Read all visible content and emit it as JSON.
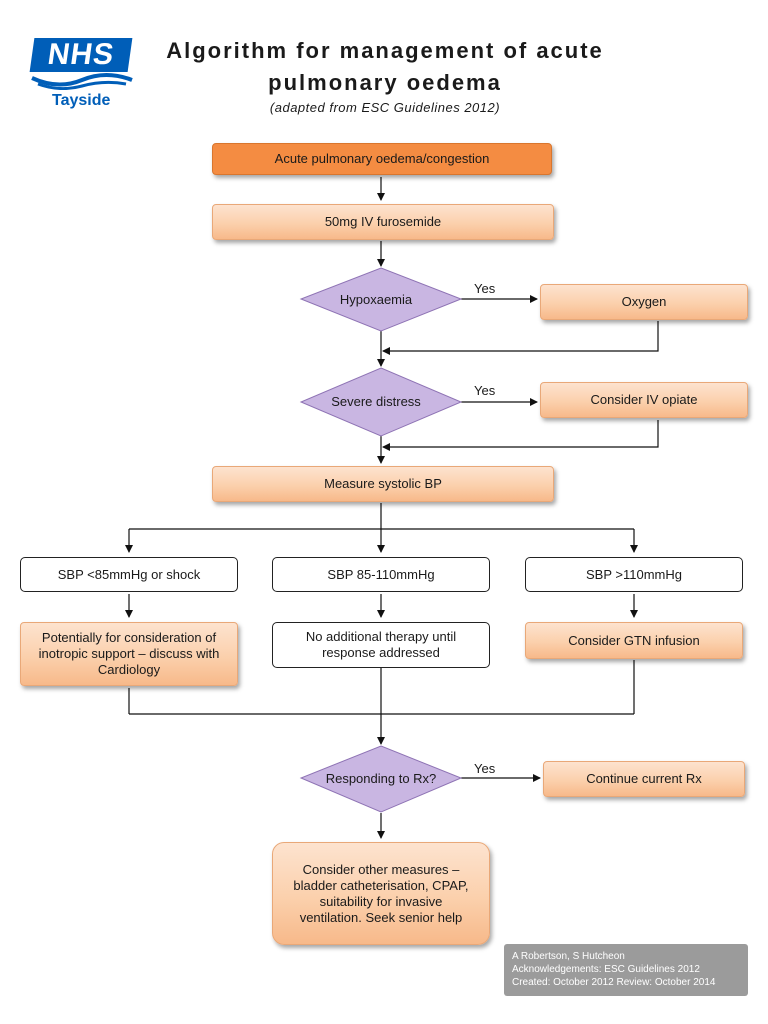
{
  "logo": {
    "brand": "NHS",
    "org": "Tayside"
  },
  "title_line1": "Algorithm for management of acute",
  "title_line2": "pulmonary oedema",
  "subtitle": "(adapted from ESC Guidelines 2012)",
  "steps": {
    "start": "Acute pulmonary oedema/congestion",
    "furosemide": "50mg IV furosemide",
    "hypoxaemia": "Hypoxaemia",
    "oxygen": "Oxygen",
    "distress": "Severe distress",
    "opiate": "Consider IV opiate",
    "measure_bp": "Measure systolic BP",
    "sbp_low": "SBP <85mmHg or shock",
    "sbp_mid": "SBP 85-110mmHg",
    "sbp_high": "SBP >110mmHg",
    "low_action": "Potentially for consideration of inotropic support – discuss with Cardiology",
    "mid_action": "No additional therapy until response addressed",
    "high_action": "Consider GTN infusion",
    "responding": "Responding to Rx?",
    "continue": "Continue current Rx",
    "other": "Consider other measures – bladder catheterisation, CPAP, suitability for invasive ventilation.  Seek senior help"
  },
  "yes_label": "Yes",
  "credits": {
    "authors": "A Robertson, S Hutcheon",
    "ack": "Acknowledgements: ESC Guidelines 2012",
    "dates": "Created: October 2012   Review: October 2014"
  }
}
